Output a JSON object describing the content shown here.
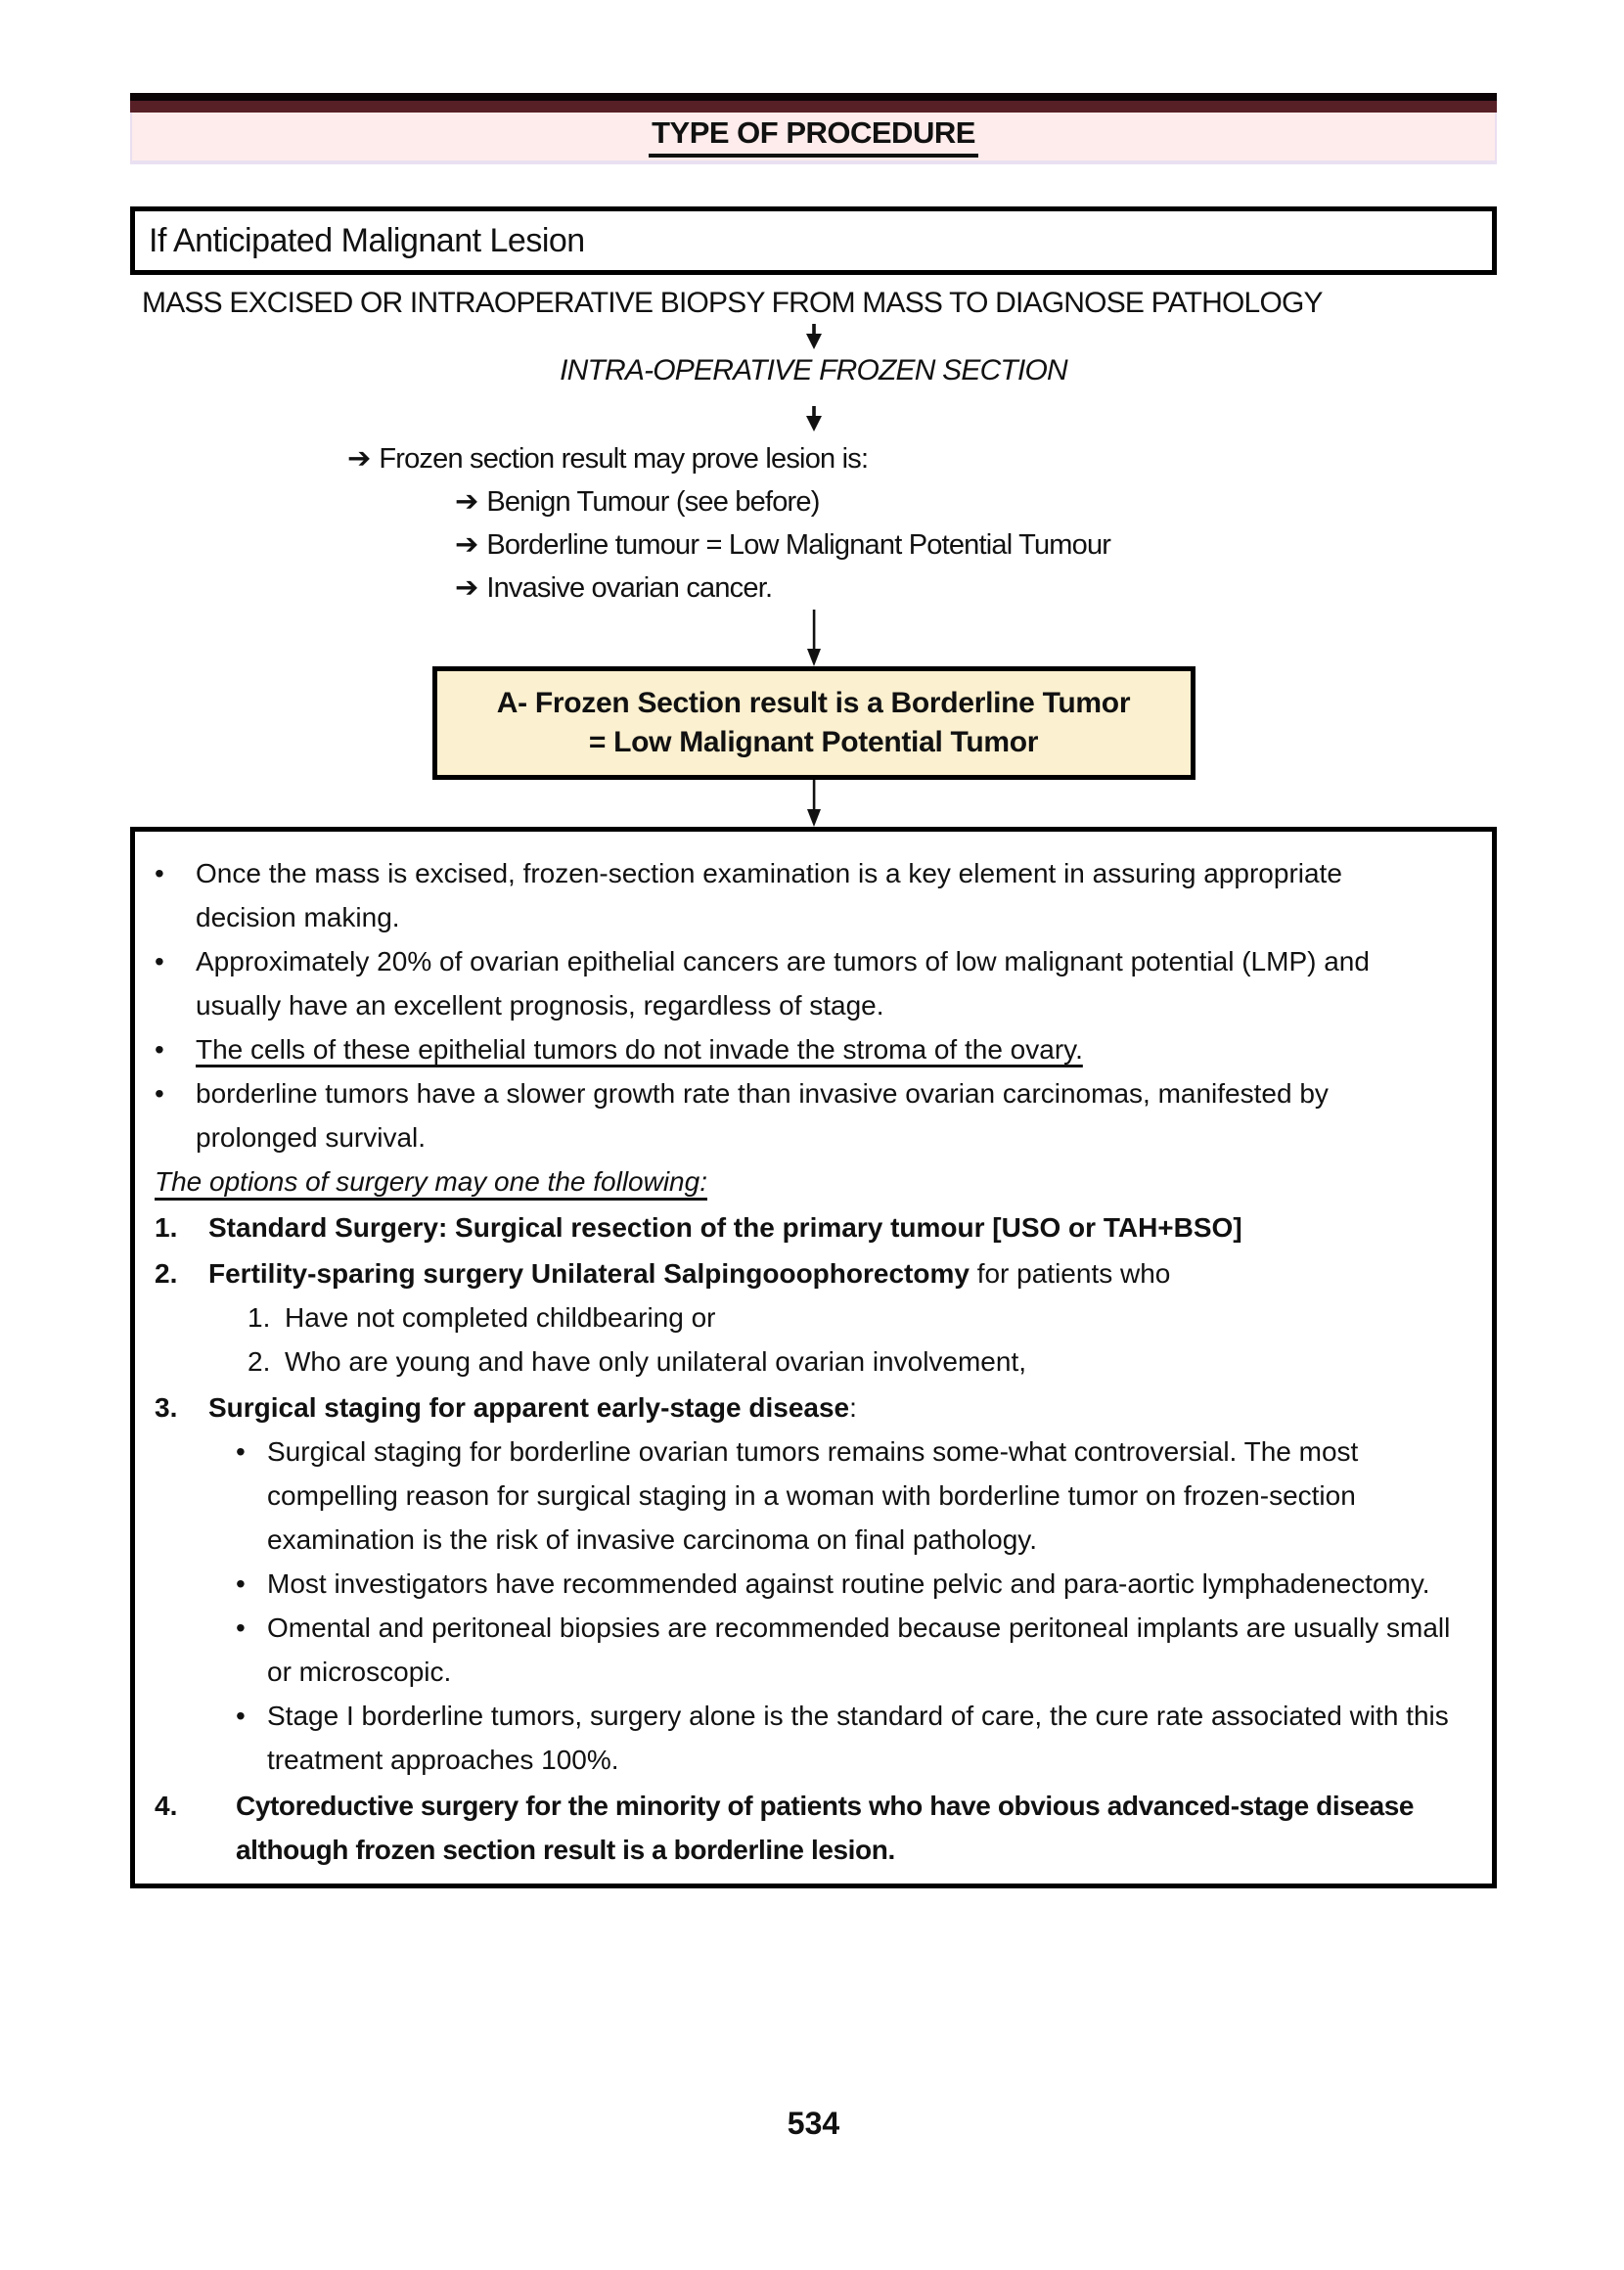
{
  "banner": {
    "title": "TYPE OF PROCEDURE"
  },
  "heading_box": {
    "text": "If Anticipated Malignant Lesion"
  },
  "glyphs": {
    "bullet": "•",
    "arrow_right": "➔"
  },
  "flow": {
    "mass_line": "MASS EXCISED OR INTRAOPERATIVE BIOPSY FROM MASS TO DIAGNOSE PATHOLOGY",
    "frozen_label": "INTRA-OPERATIVE FROZEN SECTION",
    "result_intro": "Frozen section result may prove lesion is:",
    "results": [
      "Benign Tumour (see before)",
      "Borderline tumour = Low Malignant Potential Tumour",
      "Invasive ovarian cancer."
    ]
  },
  "result_box": {
    "line1": "A- Frozen Section result is a  Borderline Tumor",
    "line2": "= Low Malignant Potential Tumor"
  },
  "details": {
    "bullets": [
      "Once the mass is excised, frozen-section examination is a key element in assuring appropriate decision making.",
      "Approximately 20% of ovarian epithelial cancers are tumors of low malignant potential (LMP) and usually have an excellent prognosis, regardless of stage.",
      "The cells of these epithelial tumors do not invade the stroma of the ovary.",
      "borderline tumors have a slower growth rate than invasive ovarian carcinomas, manifested by prolonged survival."
    ],
    "options_heading": "The options of surgery may one the following:",
    "options": [
      {
        "num": "1.",
        "bold": "Standard Surgery: Surgical resection of the primary tumour [USO or TAH+BSO]"
      },
      {
        "num": "2.",
        "bold": "Fertility-sparing surgery Unilateral Salpingooophorectomy",
        "rest": " for patients who",
        "sub_numbered": [
          {
            "num": "1.",
            "text": "Have not completed childbearing or"
          },
          {
            "num": "2.",
            "text": "Who are young and have only unilateral ovarian involvement,"
          }
        ]
      },
      {
        "num": "3.",
        "bold": "Surgical staging for apparent early-stage disease",
        "rest": ":",
        "sub_bullets": [
          "Surgical staging for borderline ovarian tumors remains some-what controversial. The most compelling reason for surgical staging in a woman with borderline tumor on frozen-section examination is the risk of invasive carcinoma on final pathology.",
          "Most investigators have recommended against routine pelvic and para-aortic lymphadenectomy.",
          "Omental and peritoneal biopsies are recommended because peritoneal implants are usually small or microscopic.",
          "Stage I borderline tumors, surgery alone is the standard of care, the cure rate associated with this treatment approaches 100%."
        ]
      },
      {
        "num": "4.",
        "bold": "Cytoreductive surgery for the minority of patients who have obvious advanced-stage disease although frozen section result is a borderline lesion."
      }
    ]
  },
  "page": {
    "number": "534"
  },
  "colors": {
    "maroon_bar": "#571f26",
    "pink_banner": "#fdeceb",
    "cream_box": "#fbf0cf",
    "border_black": "#000000"
  }
}
